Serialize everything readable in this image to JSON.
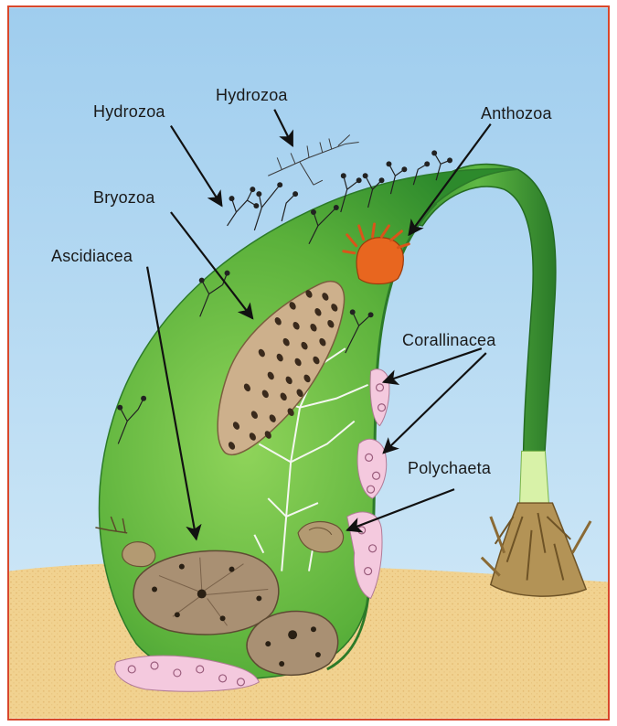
{
  "labels": {
    "hydrozoa_left": "Hydrozoa",
    "hydrozoa_top": "Hydrozoa",
    "anthozoa": "Anthozoa",
    "bryozoa": "Bryozoa",
    "ascidiacea": "Ascidiacea",
    "corallinacea": "Corallinacea",
    "polychaeta": "Polychaeta"
  },
  "colors": {
    "frame": "#d8482c",
    "water_top": "#a9d2ee",
    "water_bottom": "#cfe6f6",
    "sand": "#f0d08f",
    "blade": "#5fae3c",
    "blade_dark": "#2f7d28",
    "bryozoa": "#c7a783",
    "ascidian": "#a88f6d",
    "coralline": "#f3c6dc",
    "anthozoa": "#e8661f"
  },
  "icons": {
    "arrow": "arrow-icon",
    "hydroid": "hydroid-icon",
    "sea-anemone": "sea-anemone-icon",
    "holdfast": "holdfast-icon"
  }
}
